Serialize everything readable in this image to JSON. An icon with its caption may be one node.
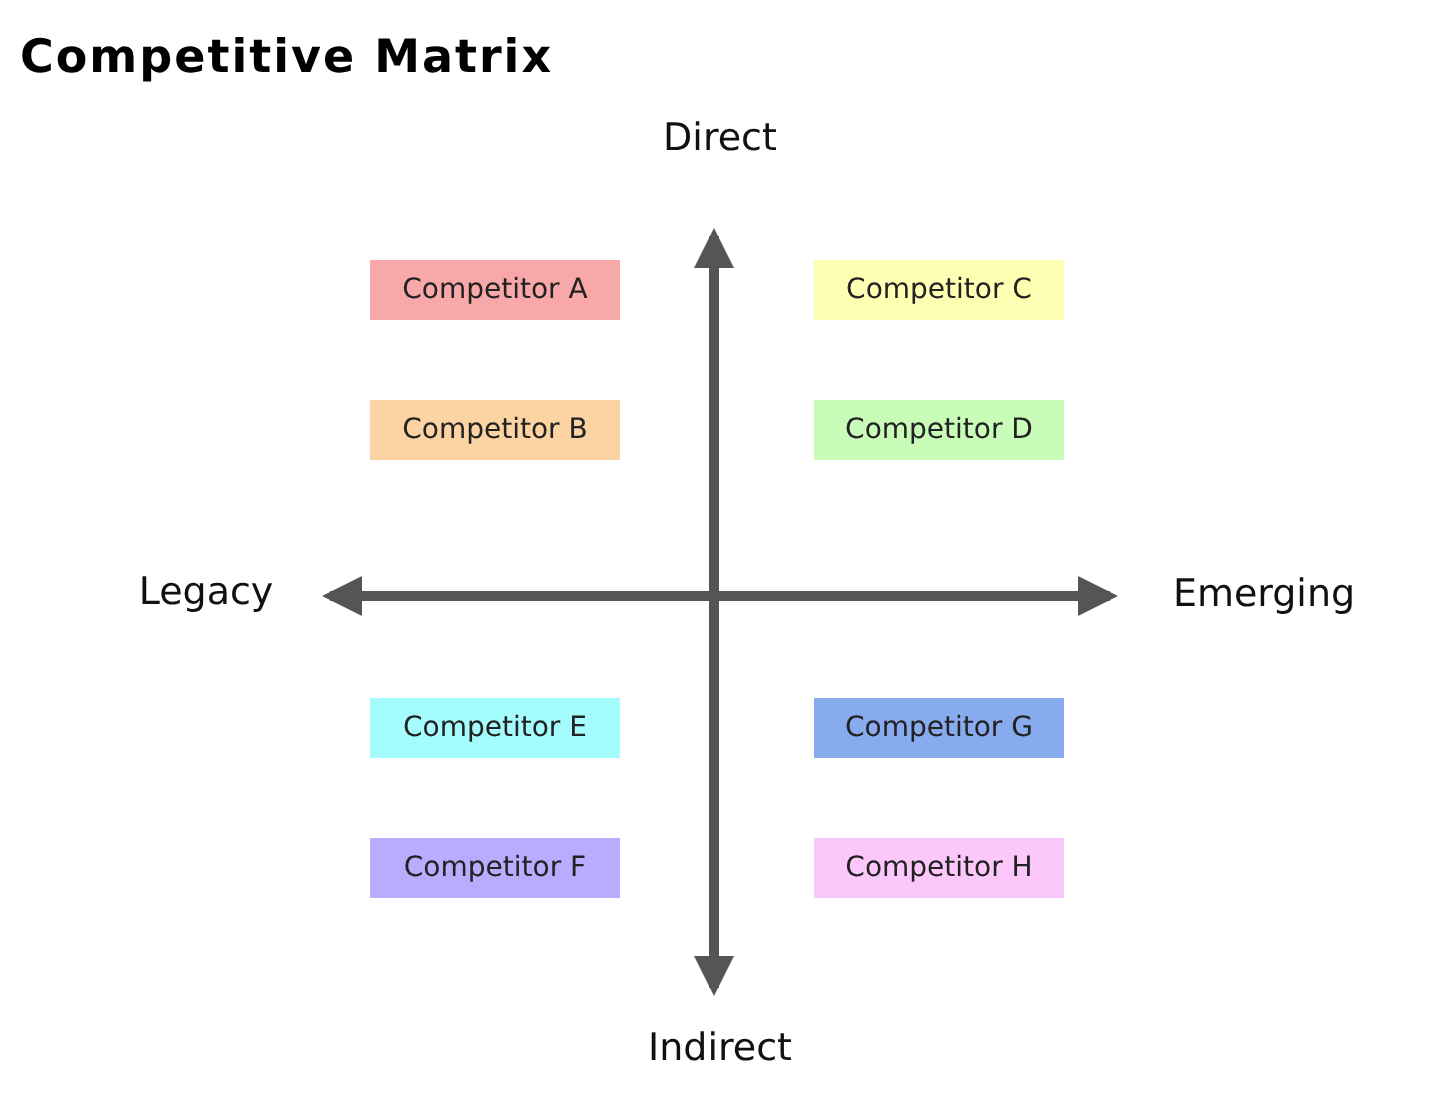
{
  "diagram": {
    "title": "Competitive Matrix",
    "nodes": [
      {
        "text": [
          "Competitor A"
        ]
      },
      {
        "text": [
          "Competitor C"
        ]
      },
      {
        "text": [
          "Competitor B"
        ]
      },
      {
        "text": [
          "Competitor D"
        ]
      },
      {
        "text": [
          "Competitor E"
        ]
      },
      {
        "text": [
          "Competitor G"
        ]
      },
      {
        "text": [
          "Competitor F"
        ]
      },
      {
        "text": [
          "Competitor H"
        ]
      }
    ],
    "labels": [
      "Direct",
      "Legacy",
      "Emerging",
      "Indirect"
    ]
  }
}
